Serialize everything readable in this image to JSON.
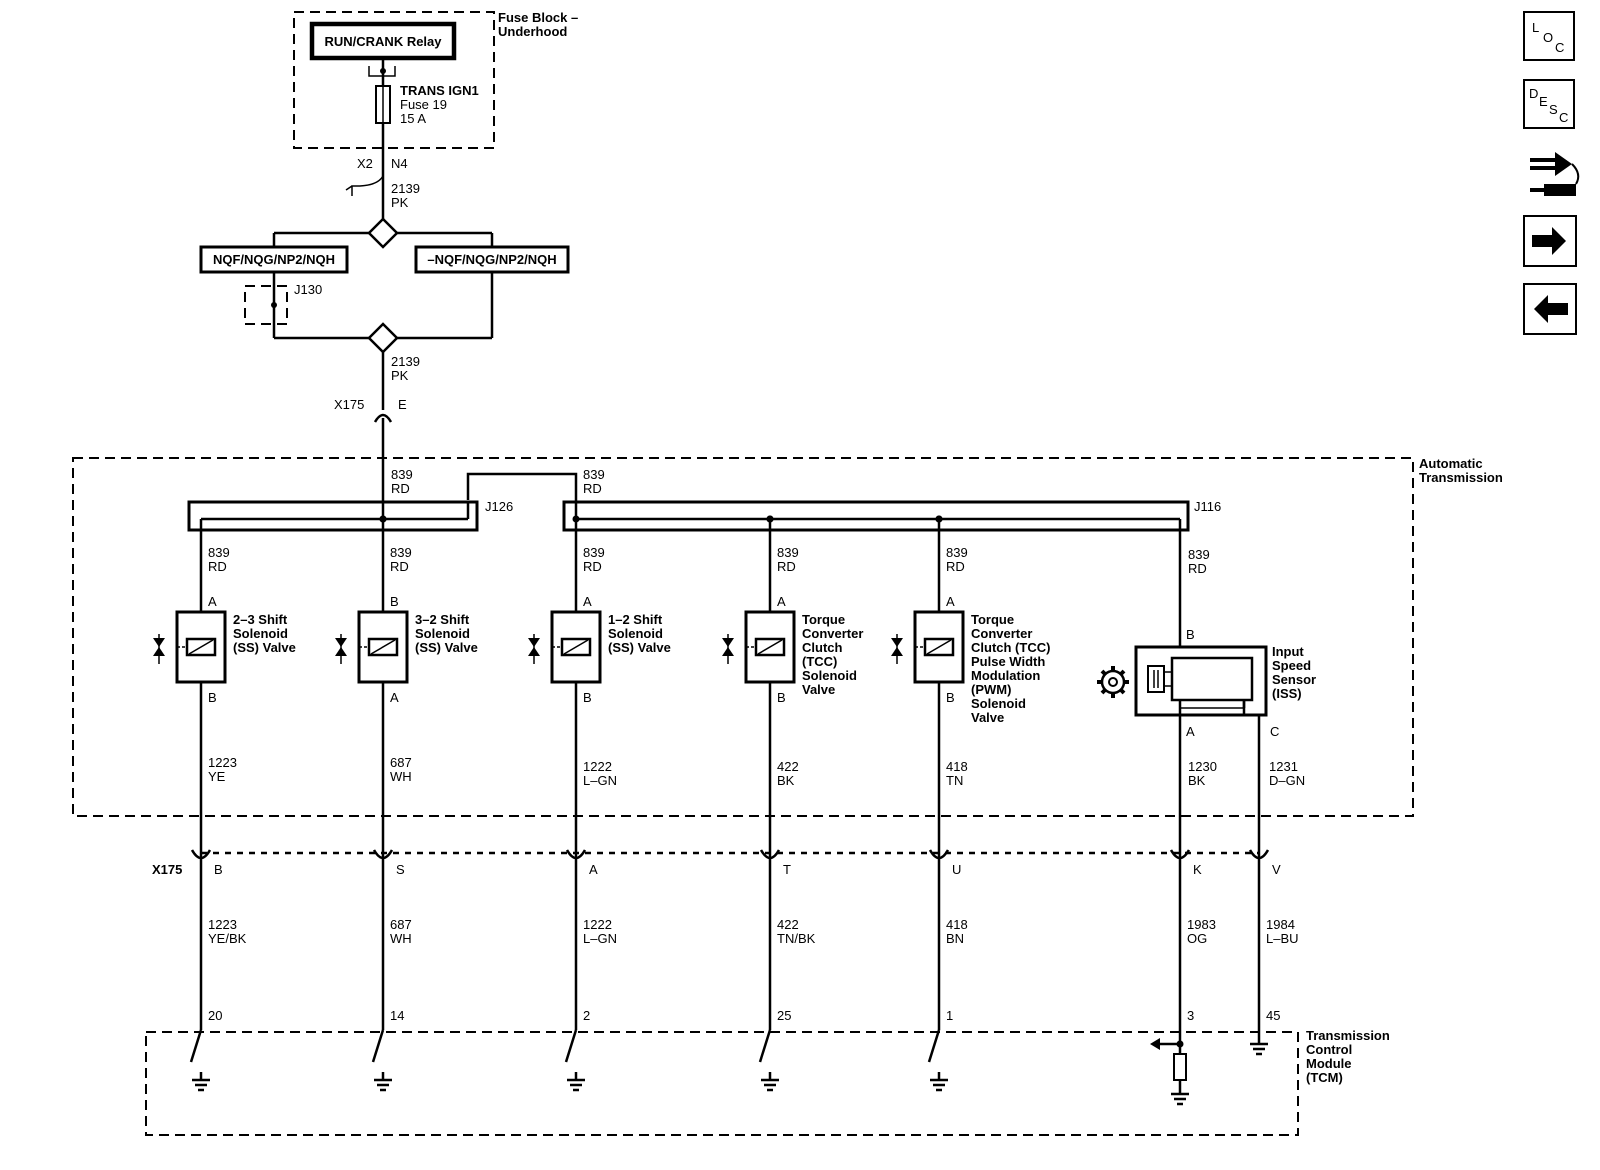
{
  "fuse_block": {
    "title_line1": "Fuse Block –",
    "title_line2": "Underhood",
    "relay_label": "RUN/CRANK Relay",
    "fuse_name": "TRANS IGN1",
    "fuse_number": "Fuse 19",
    "fuse_rating": "15 A"
  },
  "feed": {
    "connector_x2": "X2",
    "pin_n4": "N4",
    "wire1_circuit": "2139",
    "wire1_color": "PK",
    "option_a": "NQF/NQG/NP2/NQH",
    "option_b": "–NQF/NQG/NP2/NQH",
    "jumper_j130": "J130",
    "wire2_circuit": "2139",
    "wire2_color": "PK",
    "connector_x175": "X175",
    "pin_e": "E"
  },
  "automatic_transmission": {
    "title_line1": "Automatic",
    "title_line2": "Transmission",
    "trunk_left_circuit": "839",
    "trunk_left_color": "RD",
    "trunk_right_circuit": "839",
    "trunk_right_color": "RD",
    "splice_j126": "J126",
    "splice_j116": "J116"
  },
  "solenoids": [
    {
      "name_lines": [
        "2–3 Shift",
        "Solenoid",
        "(SS) Valve"
      ],
      "top_pin": "A",
      "bottom_pin": "B",
      "feed_circuit": "839",
      "feed_color": "RD",
      "out_circuit": "1223",
      "out_color": "YE"
    },
    {
      "name_lines": [
        "3–2 Shift",
        "Solenoid",
        "(SS) Valve"
      ],
      "top_pin": "B",
      "bottom_pin": "A",
      "feed_circuit": "839",
      "feed_color": "RD",
      "out_circuit": "687",
      "out_color": "WH"
    },
    {
      "name_lines": [
        "1–2 Shift",
        "Solenoid",
        "(SS) Valve"
      ],
      "top_pin": "A",
      "bottom_pin": "B",
      "feed_circuit": "839",
      "feed_color": "RD",
      "out_circuit": "1222",
      "out_color": "L–GN"
    },
    {
      "name_lines": [
        "Torque",
        "Converter",
        "Clutch",
        "(TCC)",
        "Solenoid",
        "Valve"
      ],
      "top_pin": "A",
      "bottom_pin": "B",
      "feed_circuit": "839",
      "feed_color": "RD",
      "out_circuit": "422",
      "out_color": "BK"
    },
    {
      "name_lines": [
        "Torque",
        "Converter",
        "Clutch (TCC)",
        "Pulse Width",
        "Modulation",
        "(PWM)",
        "Solenoid",
        "Valve"
      ],
      "top_pin": "A",
      "bottom_pin": "B",
      "feed_circuit": "839",
      "feed_color": "RD",
      "out_circuit": "418",
      "out_color": "TN"
    }
  ],
  "iss": {
    "name_lines": [
      "Input",
      "Speed",
      "Sensor",
      "(ISS)"
    ],
    "top_pin": "B",
    "pin_a": "A",
    "pin_c": "C",
    "feed_circuit": "839",
    "feed_color": "RD",
    "out_a_circuit": "1230",
    "out_a_color": "BK",
    "out_c_circuit": "1231",
    "out_c_color": "D–GN"
  },
  "harness_connector": {
    "name": "X175",
    "pins": [
      "B",
      "S",
      "A",
      "T",
      "U",
      "K",
      "V"
    ]
  },
  "lower_wires": [
    {
      "circuit": "1223",
      "color": "YE/BK",
      "tcm_pin": "20"
    },
    {
      "circuit": "687",
      "color": "WH",
      "tcm_pin": "14"
    },
    {
      "circuit": "1222",
      "color": "L–GN",
      "tcm_pin": "2"
    },
    {
      "circuit": "422",
      "color": "TN/BK",
      "tcm_pin": "25"
    },
    {
      "circuit": "418",
      "color": "BN",
      "tcm_pin": "1"
    },
    {
      "circuit": "1983",
      "color": "OG",
      "tcm_pin": "3"
    },
    {
      "circuit": "1984",
      "color": "L–BU",
      "tcm_pin": "45"
    }
  ],
  "tcm": {
    "title_lines": [
      "Transmission",
      "Control",
      "Module",
      "(TCM)"
    ]
  },
  "nav": {
    "loc": {
      "l": "L",
      "o": "O",
      "c": "C",
      "icon": "location-icon"
    },
    "desc": {
      "d": "D",
      "e": "E",
      "s": "S",
      "c": "C",
      "icon": "description-icon"
    },
    "connector_icon": "connector-icon",
    "next_icon": "arrow-right-icon",
    "prev_icon": "arrow-left-icon"
  }
}
